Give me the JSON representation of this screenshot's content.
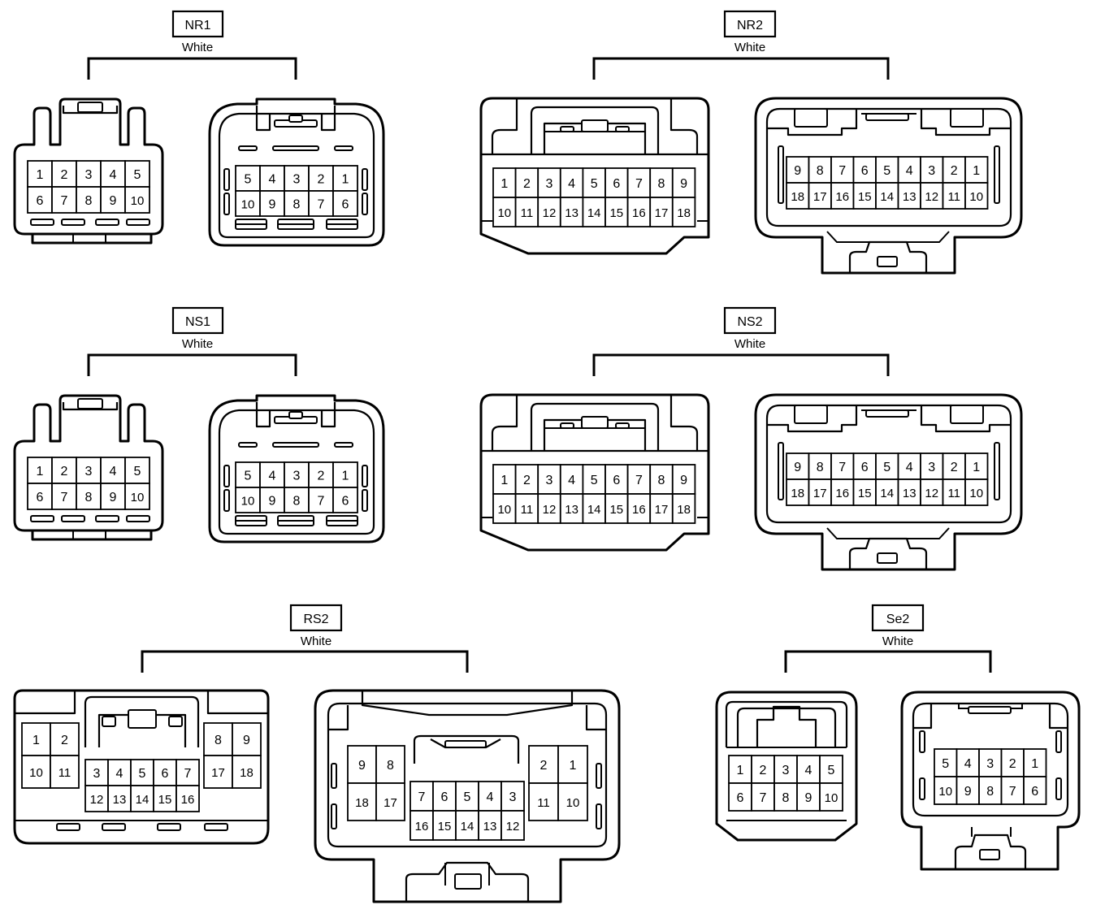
{
  "connectors": [
    {
      "name": "NR1",
      "color": "White",
      "male": {
        "rows": [
          [
            "1",
            "2",
            "3",
            "4",
            "5"
          ],
          [
            "6",
            "7",
            "8",
            "9",
            "10"
          ]
        ]
      },
      "female": {
        "rows": [
          [
            "5",
            "4",
            "3",
            "2",
            "1"
          ],
          [
            "10",
            "9",
            "8",
            "7",
            "6"
          ]
        ]
      }
    },
    {
      "name": "NR2",
      "color": "White",
      "male": {
        "rows": [
          [
            "1",
            "2",
            "3",
            "4",
            "5",
            "6",
            "7",
            "8",
            "9"
          ],
          [
            "10",
            "11",
            "12",
            "13",
            "14",
            "15",
            "16",
            "17",
            "18"
          ]
        ]
      },
      "female": {
        "rows": [
          [
            "9",
            "8",
            "7",
            "6",
            "5",
            "4",
            "3",
            "2",
            "1"
          ],
          [
            "18",
            "17",
            "16",
            "15",
            "14",
            "13",
            "12",
            "11",
            "10"
          ]
        ]
      }
    },
    {
      "name": "NS1",
      "color": "White",
      "male": {
        "rows": [
          [
            "1",
            "2",
            "3",
            "4",
            "5"
          ],
          [
            "6",
            "7",
            "8",
            "9",
            "10"
          ]
        ]
      },
      "female": {
        "rows": [
          [
            "5",
            "4",
            "3",
            "2",
            "1"
          ],
          [
            "10",
            "9",
            "8",
            "7",
            "6"
          ]
        ]
      }
    },
    {
      "name": "NS2",
      "color": "White",
      "male": {
        "rows": [
          [
            "1",
            "2",
            "3",
            "4",
            "5",
            "6",
            "7",
            "8",
            "9"
          ],
          [
            "10",
            "11",
            "12",
            "13",
            "14",
            "15",
            "16",
            "17",
            "18"
          ]
        ]
      },
      "female": {
        "rows": [
          [
            "9",
            "8",
            "7",
            "6",
            "5",
            "4",
            "3",
            "2",
            "1"
          ],
          [
            "18",
            "17",
            "16",
            "15",
            "14",
            "13",
            "12",
            "11",
            "10"
          ]
        ]
      }
    },
    {
      "name": "RS2",
      "color": "White",
      "male": {
        "left": [
          [
            "1",
            "2"
          ],
          [
            "10",
            "11"
          ]
        ],
        "center": [
          [
            "3",
            "4",
            "5",
            "6",
            "7"
          ],
          [
            "12",
            "13",
            "14",
            "15",
            "16"
          ]
        ],
        "right": [
          [
            "8",
            "9"
          ],
          [
            "17",
            "18"
          ]
        ]
      },
      "female": {
        "left": [
          [
            "9",
            "8"
          ],
          [
            "18",
            "17"
          ]
        ],
        "center": [
          [
            "7",
            "6",
            "5",
            "4",
            "3"
          ],
          [
            "16",
            "15",
            "14",
            "13",
            "12"
          ]
        ],
        "right": [
          [
            "2",
            "1"
          ],
          [
            "11",
            "10"
          ]
        ]
      }
    },
    {
      "name": "Se2",
      "color": "White",
      "male": {
        "rows": [
          [
            "1",
            "2",
            "3",
            "4",
            "5"
          ],
          [
            "6",
            "7",
            "8",
            "9",
            "10"
          ]
        ]
      },
      "female": {
        "rows": [
          [
            "5",
            "4",
            "3",
            "2",
            "1"
          ],
          [
            "10",
            "9",
            "8",
            "7",
            "6"
          ]
        ]
      }
    }
  ]
}
